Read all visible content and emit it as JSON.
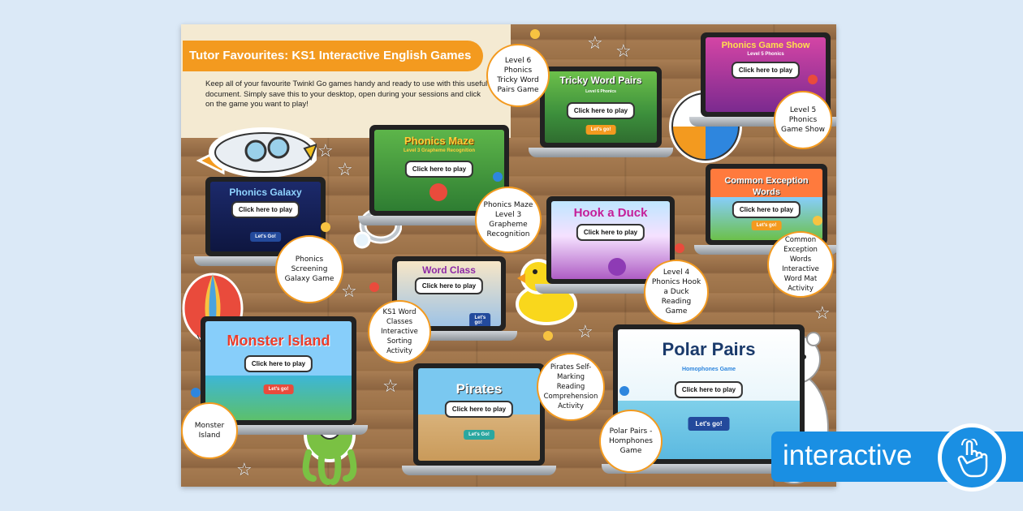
{
  "header": {
    "title": "Tutor Favourites: KS1 Interactive English Games",
    "intro": "Keep all of your favourite Twinkl Go games handy and ready to use with this useful document. Simply save this to your desktop, open during your sessions and click on the game you want to play!"
  },
  "games": [
    {
      "title": "Phonics Game Show",
      "subtitle": "Level 5 Phonics",
      "button": "Click here to play",
      "label": "Level 5 Phonics Game Show"
    },
    {
      "title": "Tricky Word Pairs",
      "subtitle": "Level 6 Phonics",
      "button": "Click here to play",
      "start": "Let's go!",
      "label": "Level 6 Phonics Tricky Word Pairs Game"
    },
    {
      "title": "Phonics Maze",
      "subtitle": "Level 3 Grapheme Recognition",
      "button": "Click here to play",
      "label": "Phonics Maze Level 3 Grapheme Recognition"
    },
    {
      "title": "Phonics Galaxy",
      "button": "Click here to play",
      "start": "Let's Go!",
      "label": "Phonics Screening Galaxy Game"
    },
    {
      "title": "Common Exception Words",
      "button": "Click here to play",
      "start": "Let's go!",
      "label": "Common Exception Words Interactive Word Mat Activity"
    },
    {
      "title": "Hook a Duck",
      "button": "Click here to play",
      "label": "Level 4 Phonics Hook a Duck Reading Game"
    },
    {
      "title": "Word Class",
      "button": "Click here to play",
      "start": "Let's go!",
      "label": "KS1 Word Classes Interactive Sorting Activity"
    },
    {
      "title": "Monster Island",
      "button": "Click here to play",
      "start": "Let's go!",
      "label": "Monster Island"
    },
    {
      "title": "Pirates",
      "button": "Click here to play",
      "start": "Let's Go!",
      "label": "Pirates Self-Marking Reading Comprehension Activity"
    },
    {
      "title": "Polar Pairs",
      "subtitle": "Homophones Game",
      "button": "Click here to play",
      "start": "Let's go!",
      "label": "Polar Pairs - Homphones Game"
    }
  ],
  "badge": {
    "text": "interactive",
    "icon": "pointer-hand-icon"
  },
  "colors": {
    "accent": "#f39a1f",
    "badge": "#1a8fe3",
    "background": "#dbe9f7"
  }
}
